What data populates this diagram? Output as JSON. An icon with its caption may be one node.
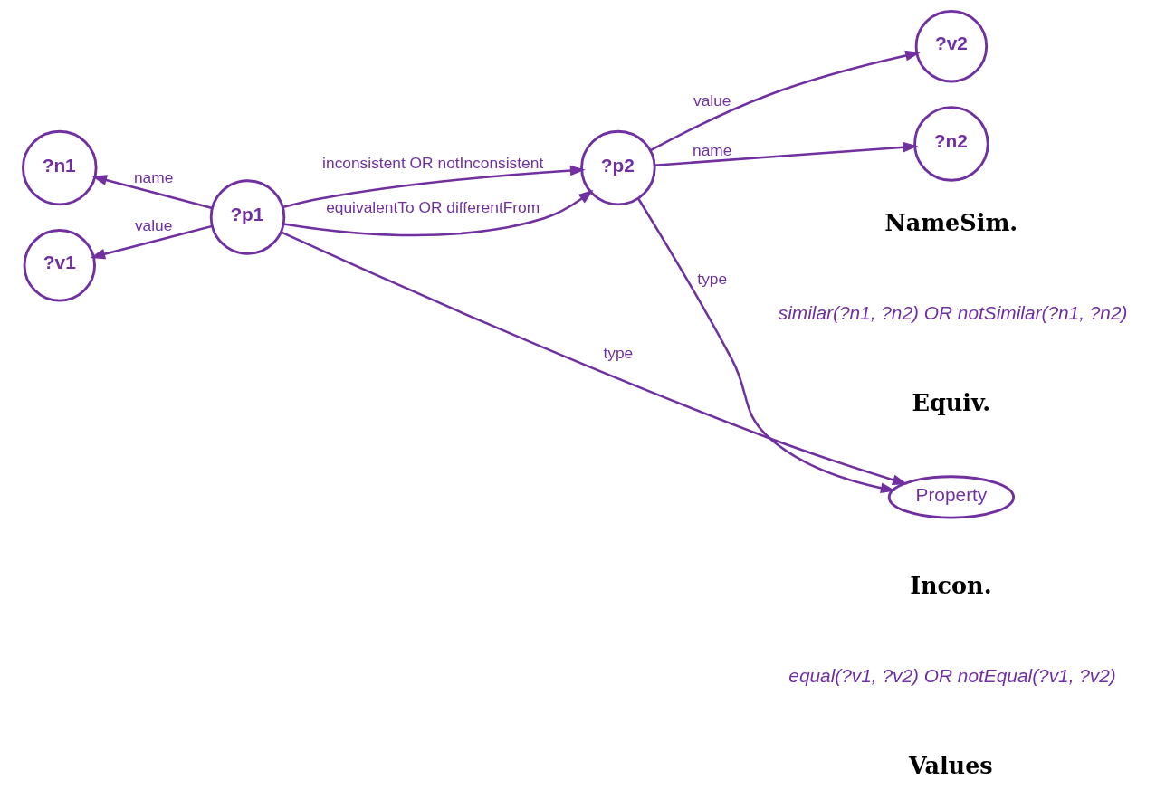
{
  "diagram": {
    "nodes": [
      {
        "text": [
          "?n1"
        ]
      },
      {
        "text": [
          "?n2"
        ]
      },
      {
        "text": [
          "?p1"
        ]
      },
      {
        "text": [
          "Property"
        ]
      },
      {
        "text": [
          "?p2"
        ]
      },
      {
        "text": [
          "?v1"
        ]
      },
      {
        "text": [
          "?v2"
        ]
      }
    ],
    "edges": [
      {
        "from": 2,
        "to": 0,
        "arrow": "to",
        "label": "name"
      },
      {
        "from": 4,
        "to": 1,
        "arrow": "to",
        "label": "name"
      },
      {
        "from": 2,
        "to": 4,
        "arrow": "to",
        "label": "equivalentTo OR differentFrom"
      },
      {
        "from": 2,
        "to": 3,
        "arrow": "to",
        "label": "type"
      },
      {
        "from": 4,
        "to": 3,
        "arrow": "to",
        "label": "type"
      },
      {
        "from": 2,
        "to": 4,
        "arrow": "to",
        "label": "inconsistent OR notInconsistent"
      },
      {
        "from": 2,
        "to": 5,
        "arrow": "to",
        "label": "value"
      },
      {
        "from": 4,
        "to": 6,
        "arrow": "to",
        "label": "value"
      }
    ],
    "labels": [
      "NameSim.",
      "similar(?n1, ?n2) OR notSimilar(?n1, ?n2)",
      "Equiv.",
      "Incon.",
      "equal(?v1, ?v2) OR notEqual(?v1, ?v2)",
      "Values"
    ]
  }
}
